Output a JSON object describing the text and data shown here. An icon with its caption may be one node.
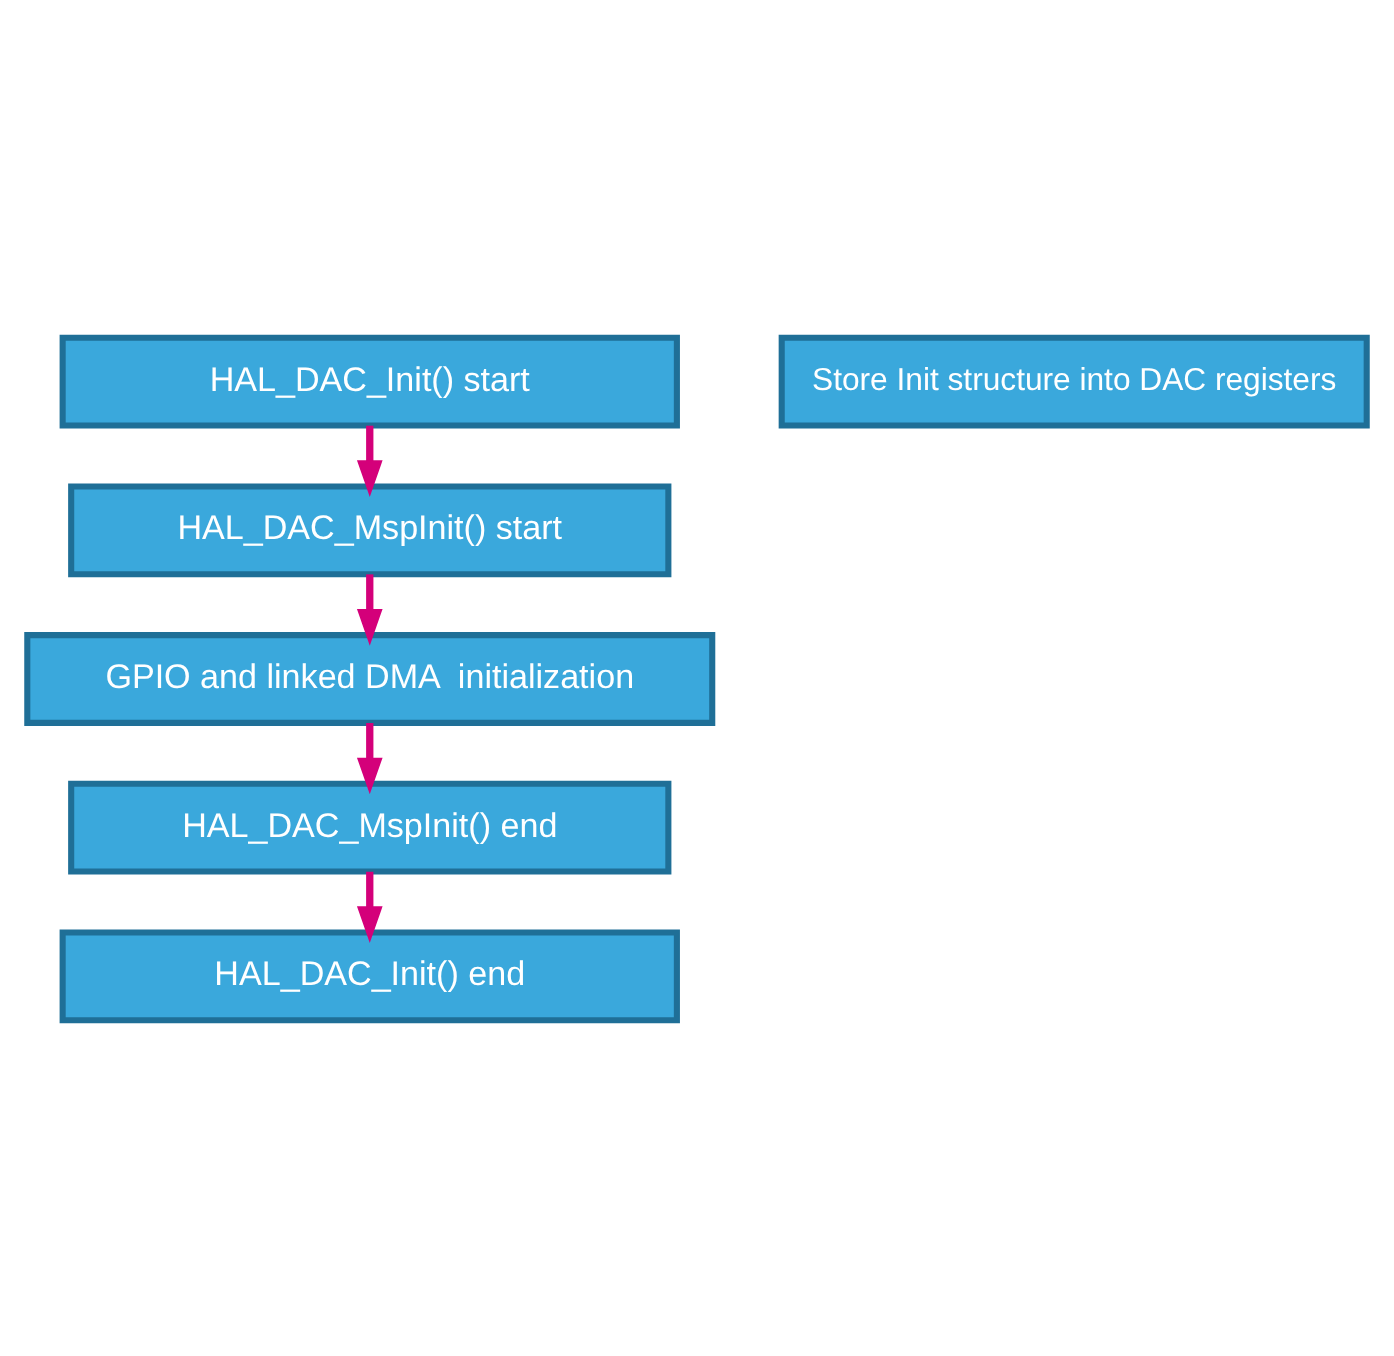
{
  "diagram": {
    "nodes": [
      {
        "text": [
          "HAL_DAC_Init() start"
        ]
      },
      {
        "text": [
          "HAL_DAC_MspInit() start"
        ]
      },
      {
        "text": [
          "GPIO and linked DMA  initialization"
        ]
      },
      {
        "text": [
          "HAL_DAC_MspInit() end"
        ]
      },
      {
        "text": [
          "HAL_DAC_Init() end"
        ]
      },
      {
        "text": [
          "Store Init structure into DAC registers"
        ]
      }
    ],
    "edges": [
      {
        "from": 0,
        "to": 1,
        "arrow": "to"
      },
      {
        "from": 1,
        "to": 2,
        "arrow": "to"
      },
      {
        "from": 2,
        "to": 3,
        "arrow": "to"
      },
      {
        "from": 3,
        "to": 4,
        "arrow": "to"
      }
    ]
  }
}
